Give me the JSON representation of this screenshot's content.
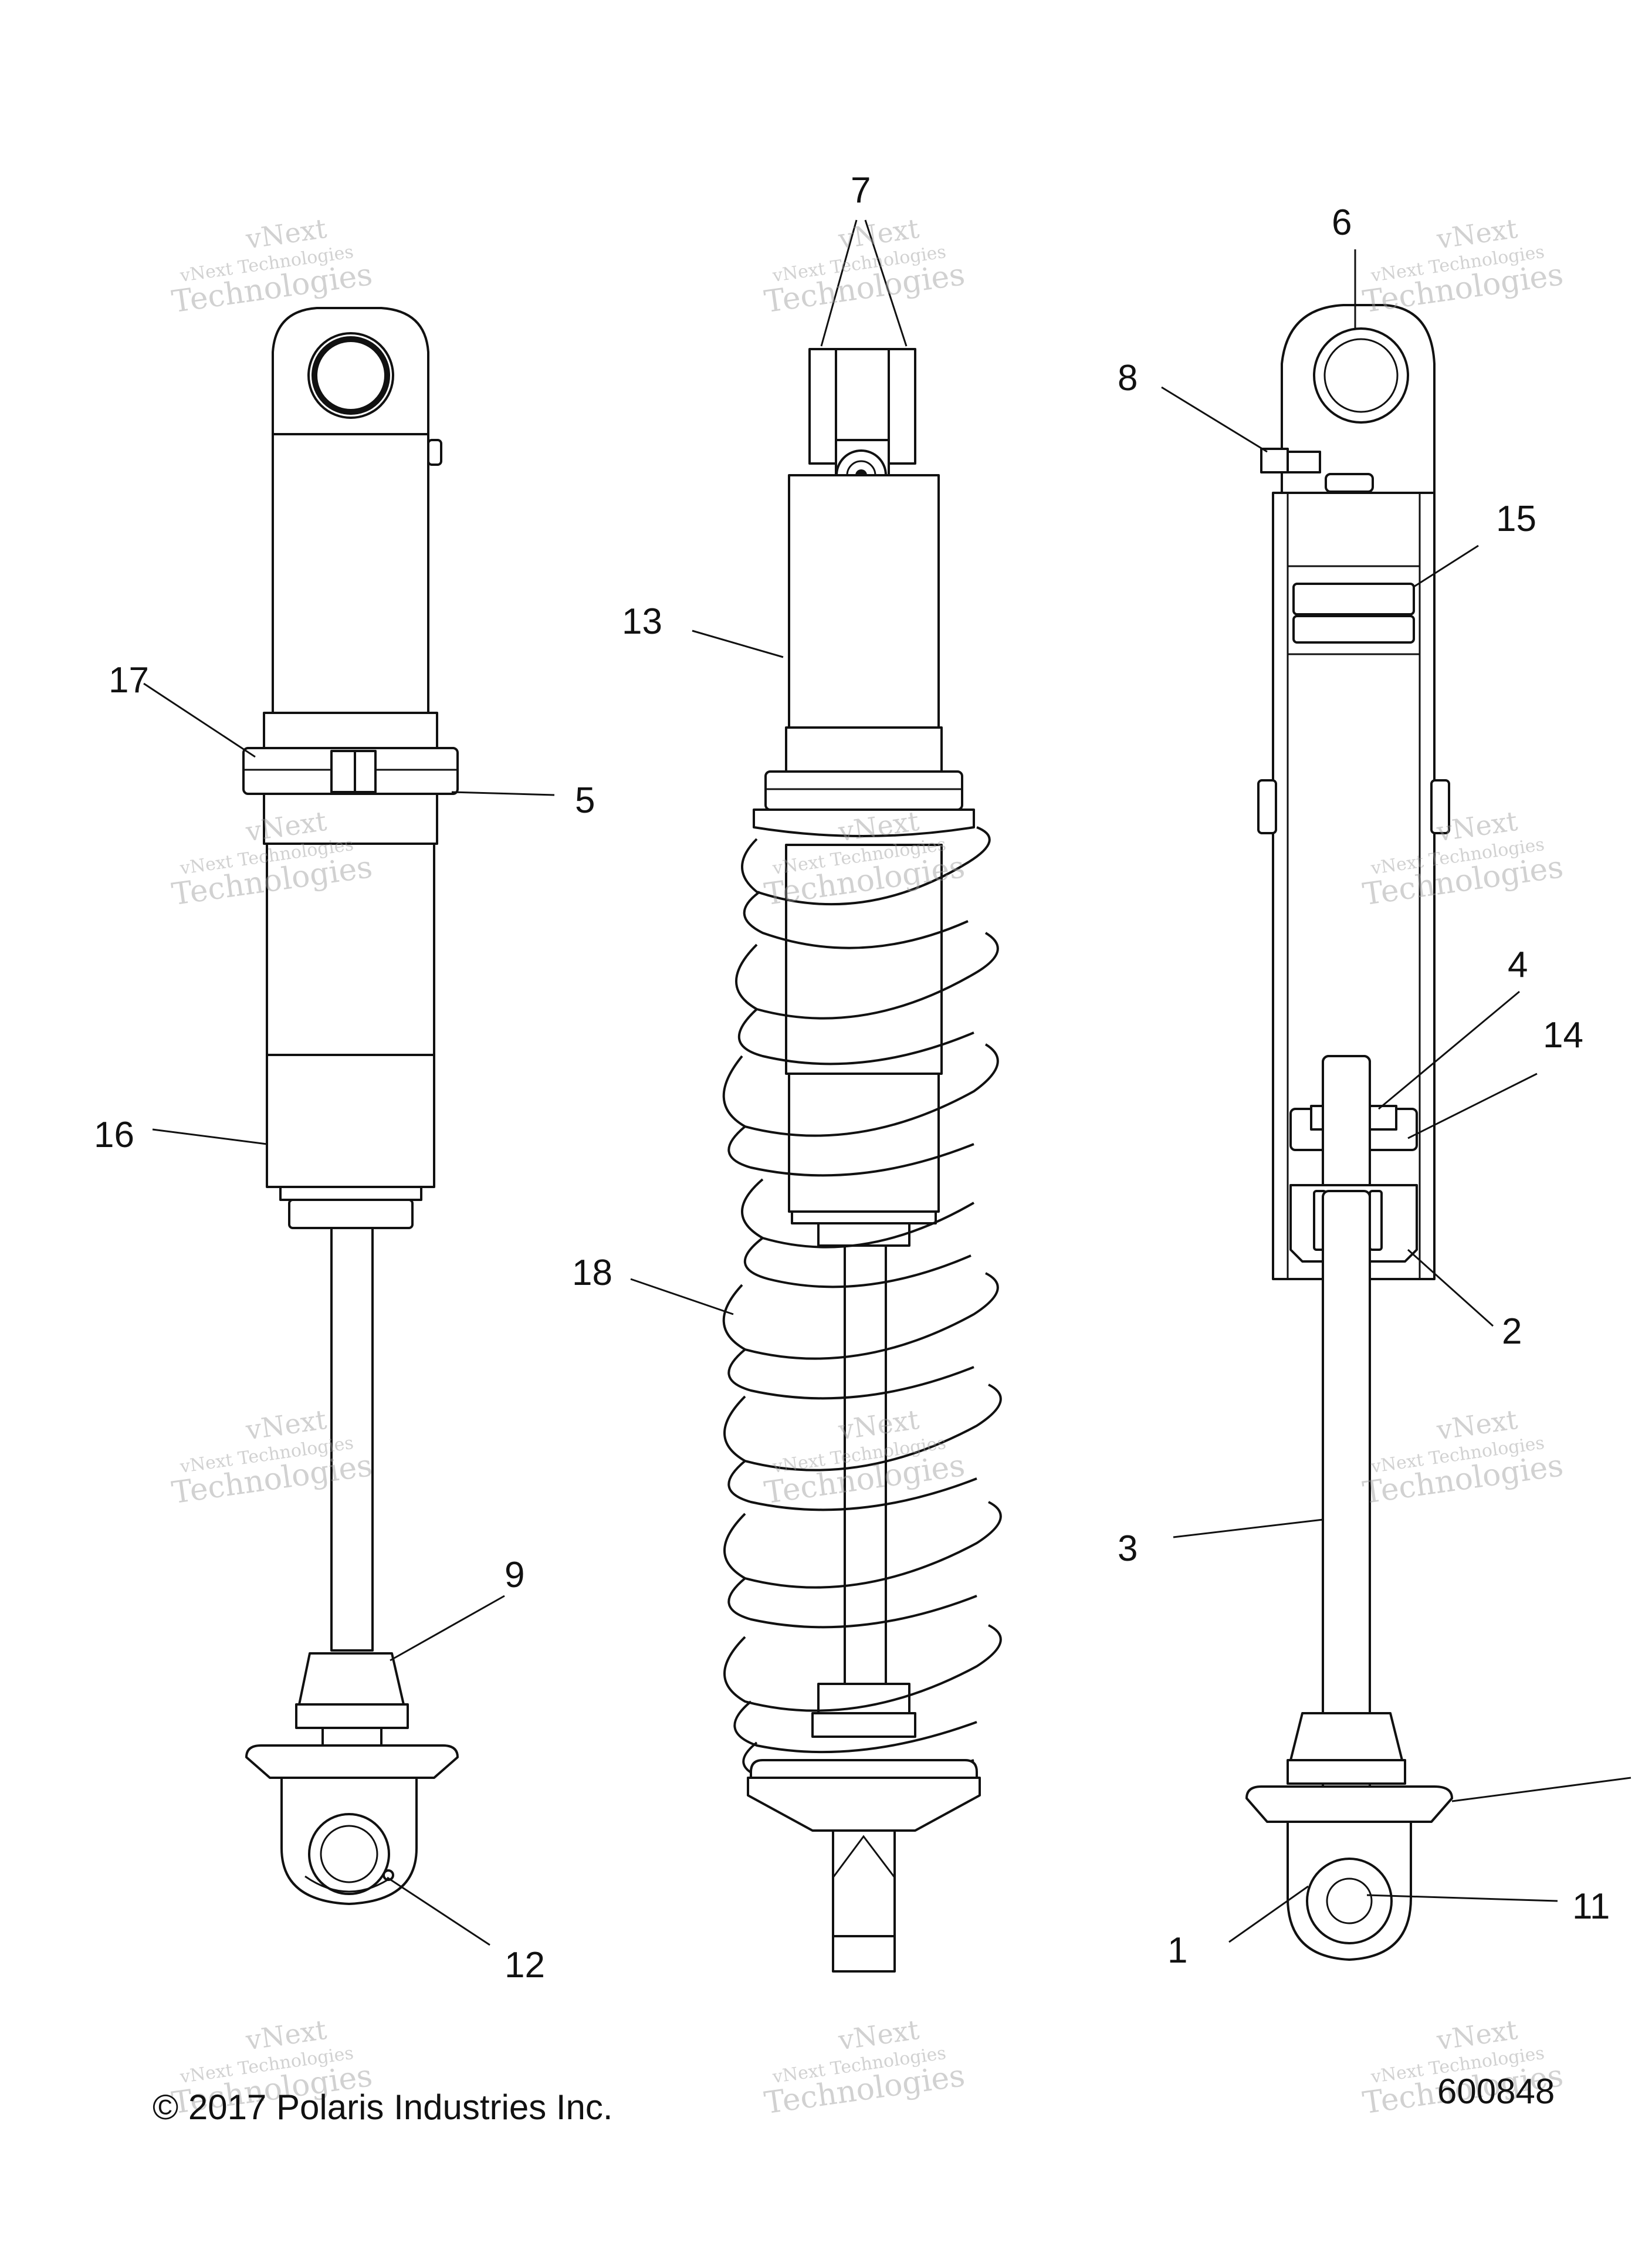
{
  "callouts": {
    "c1": "1",
    "c2": "2",
    "c3": "3",
    "c4": "4",
    "c5": "5",
    "c6": "6",
    "c7": "7",
    "c8": "8",
    "c9": "9",
    "c11": "11",
    "c12": "12",
    "c13": "13",
    "c14": "14",
    "c15": "15",
    "c16": "16",
    "c17": "17",
    "c18": "18"
  },
  "watermark": {
    "line1": "vNext",
    "line2": "vNext Technologies",
    "line3": "Technologies"
  },
  "footer": {
    "copyright": "© 2017 Polaris Industries Inc.",
    "diagram_number": "600848"
  }
}
